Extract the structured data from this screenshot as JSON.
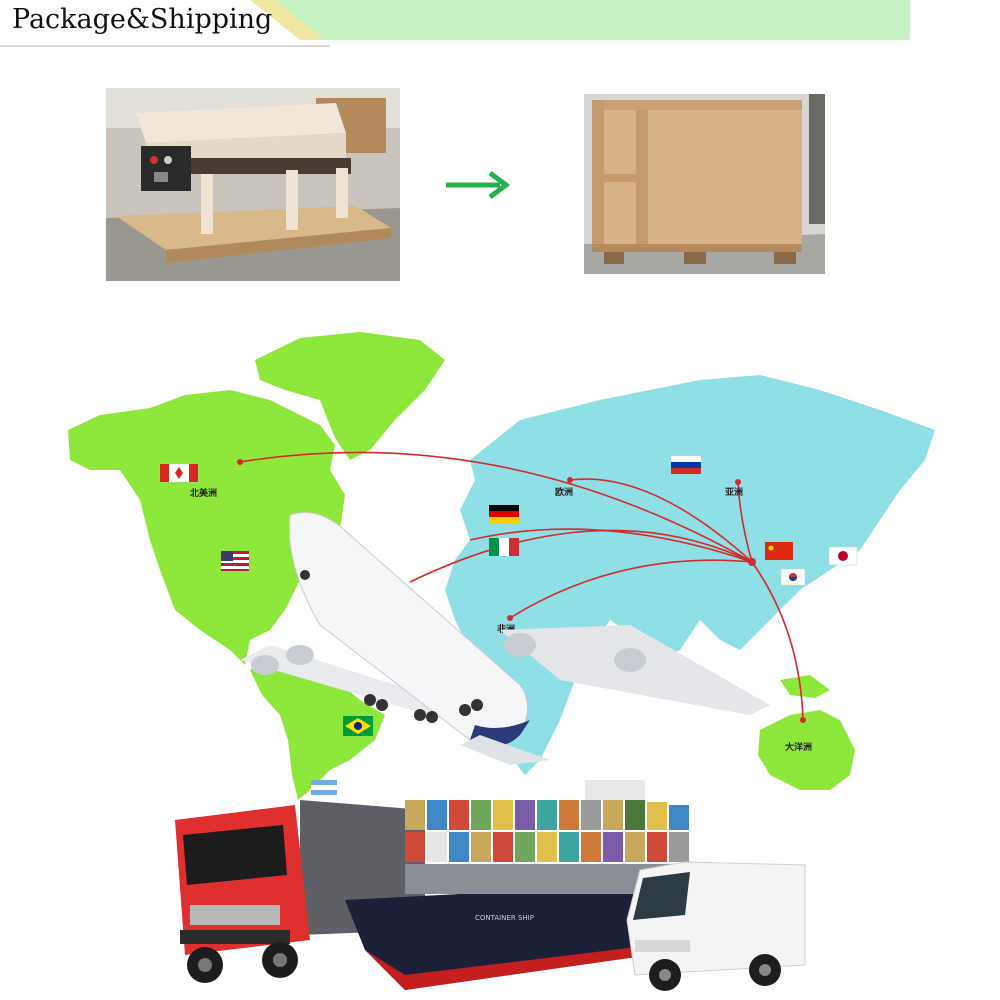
{
  "header": {
    "title": "Package&Shipping"
  },
  "colors": {
    "header_green": "#c6f1c2",
    "header_stripe": "#f0e7a3",
    "arrow_green": "#22b24c",
    "americas_green": "#8ee83c",
    "eurasia_cyan": "#8fdfe6",
    "route_red": "#d22b2b"
  },
  "packaging": {
    "before_image": "machine-on-pallet",
    "arrow": "right-arrow-icon",
    "after_image": "wooden-crate"
  },
  "map": {
    "labels": {
      "north_america": "北美洲",
      "europe": "欧洲",
      "asia": "亚洲",
      "africa": "非洲",
      "oceania": "大洋洲"
    },
    "flags": [
      "canada-flag",
      "usa-flag",
      "germany-flag",
      "italy-flag",
      "russia-flag",
      "china-flag",
      "japan-flag",
      "korea-flag",
      "brazil-flag",
      "argentina-flag"
    ]
  },
  "vehicles": {
    "ship_text": "CONTAINER SHIP",
    "icons": [
      "airplane-icon",
      "truck-icon",
      "container-ship-icon",
      "van-icon"
    ]
  }
}
